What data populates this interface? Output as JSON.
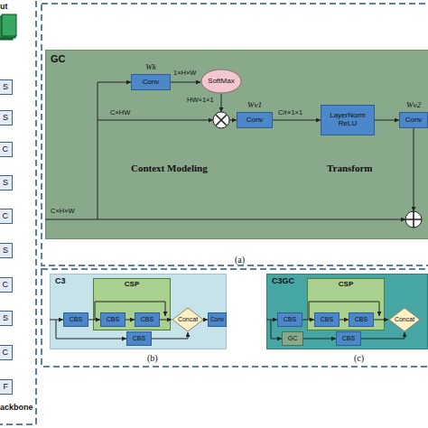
{
  "diagram": {
    "nodes": [
      {
        "text": [
          "S"
        ]
      },
      {
        "text": [
          "S"
        ]
      },
      {
        "text": [
          "C"
        ]
      },
      {
        "text": [
          "S"
        ]
      },
      {
        "text": [
          "C"
        ]
      },
      {
        "text": [
          "S"
        ]
      },
      {
        "text": [
          "C"
        ]
      },
      {
        "text": [
          "S"
        ]
      },
      {
        "text": [
          "C"
        ]
      },
      {
        "text": [
          "F"
        ]
      },
      {
        "text": [
          "GC"
        ]
      },
      {
        "text": [
          "Wk",
          "Conv"
        ],
        "in": 10
      },
      {
        "text": [
          "SoftMax"
        ],
        "in": 10
      },
      {
        "text": [
          "Wv1",
          "Conv"
        ],
        "in": 10
      },
      {
        "text": [
          "LayerNorm ReLU"
        ],
        "in": 10
      },
      {
        "text": [
          "Wv2",
          "Conv"
        ],
        "in": 10
      },
      {
        "text": [
          "C3"
        ]
      },
      {
        "text": [
          "CSP"
        ],
        "in": 16
      },
      {
        "text": [
          "CBS"
        ],
        "in": 16
      },
      {
        "text": [
          "CBS"
        ],
        "in": 17
      },
      {
        "text": [
          "CBS"
        ],
        "in": 17
      },
      {
        "text": [
          "Concat"
        ],
        "in": 16
      },
      {
        "text": [
          "Conv"
        ],
        "in": 16
      },
      {
        "text": [
          "CBS"
        ],
        "in": 16
      },
      {
        "text": [
          "C3GC"
        ]
      },
      {
        "text": [
          "CSP"
        ],
        "in": 24
      },
      {
        "text": [
          "CBS"
        ],
        "in": 24
      },
      {
        "text": [
          "CBS"
        ],
        "in": 25
      },
      {
        "text": [
          "CBS"
        ],
        "in": 25
      },
      {
        "text": [
          "Concat"
        ],
        "in": 24
      },
      {
        "text": [
          "GC"
        ],
        "in": 24
      },
      {
        "text": [
          "CBS"
        ],
        "in": 24
      }
    ],
    "edges": [
      {
        "from": 11,
        "to": 12,
        "arrow": "to"
      },
      {
        "from": 13,
        "to": 14,
        "arrow": "to"
      },
      {
        "from": 14,
        "to": 15,
        "arrow": "to"
      },
      {
        "from": 18,
        "to": 19,
        "arrow": "to"
      },
      {
        "from": 19,
        "to": 20,
        "arrow": "to"
      },
      {
        "from": 20,
        "to": 21,
        "arrow": "to"
      },
      {
        "from": 23,
        "to": 21,
        "arrow": "to"
      },
      {
        "from": 21,
        "to": 22,
        "arrow": "to"
      },
      {
        "from": 26,
        "to": 27,
        "arrow": "to"
      },
      {
        "from": 27,
        "to": 28,
        "arrow": "to"
      },
      {
        "from": 28,
        "to": 29,
        "arrow": "to"
      },
      {
        "from": 30,
        "to": 31,
        "arrow": "to"
      },
      {
        "from": 31,
        "to": 29,
        "arrow": "to"
      }
    ],
    "labels": [
      "ut",
      "1×H×W",
      "HW×1×1",
      "C×HW",
      "C/r×1×1",
      "Context Modeling",
      "Transform",
      "C×H×W",
      "(a)",
      "(b)",
      "(c)",
      "ackbone"
    ]
  }
}
